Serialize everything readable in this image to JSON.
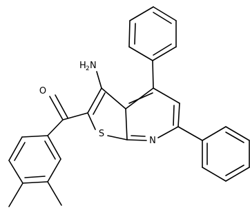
{
  "molecule": {
    "atoms": {
      "oxygen": "O",
      "sulfur": "S",
      "nitrogen": "N",
      "amine_n": "N",
      "amine_h": "H",
      "amine_sub": "2"
    }
  }
}
